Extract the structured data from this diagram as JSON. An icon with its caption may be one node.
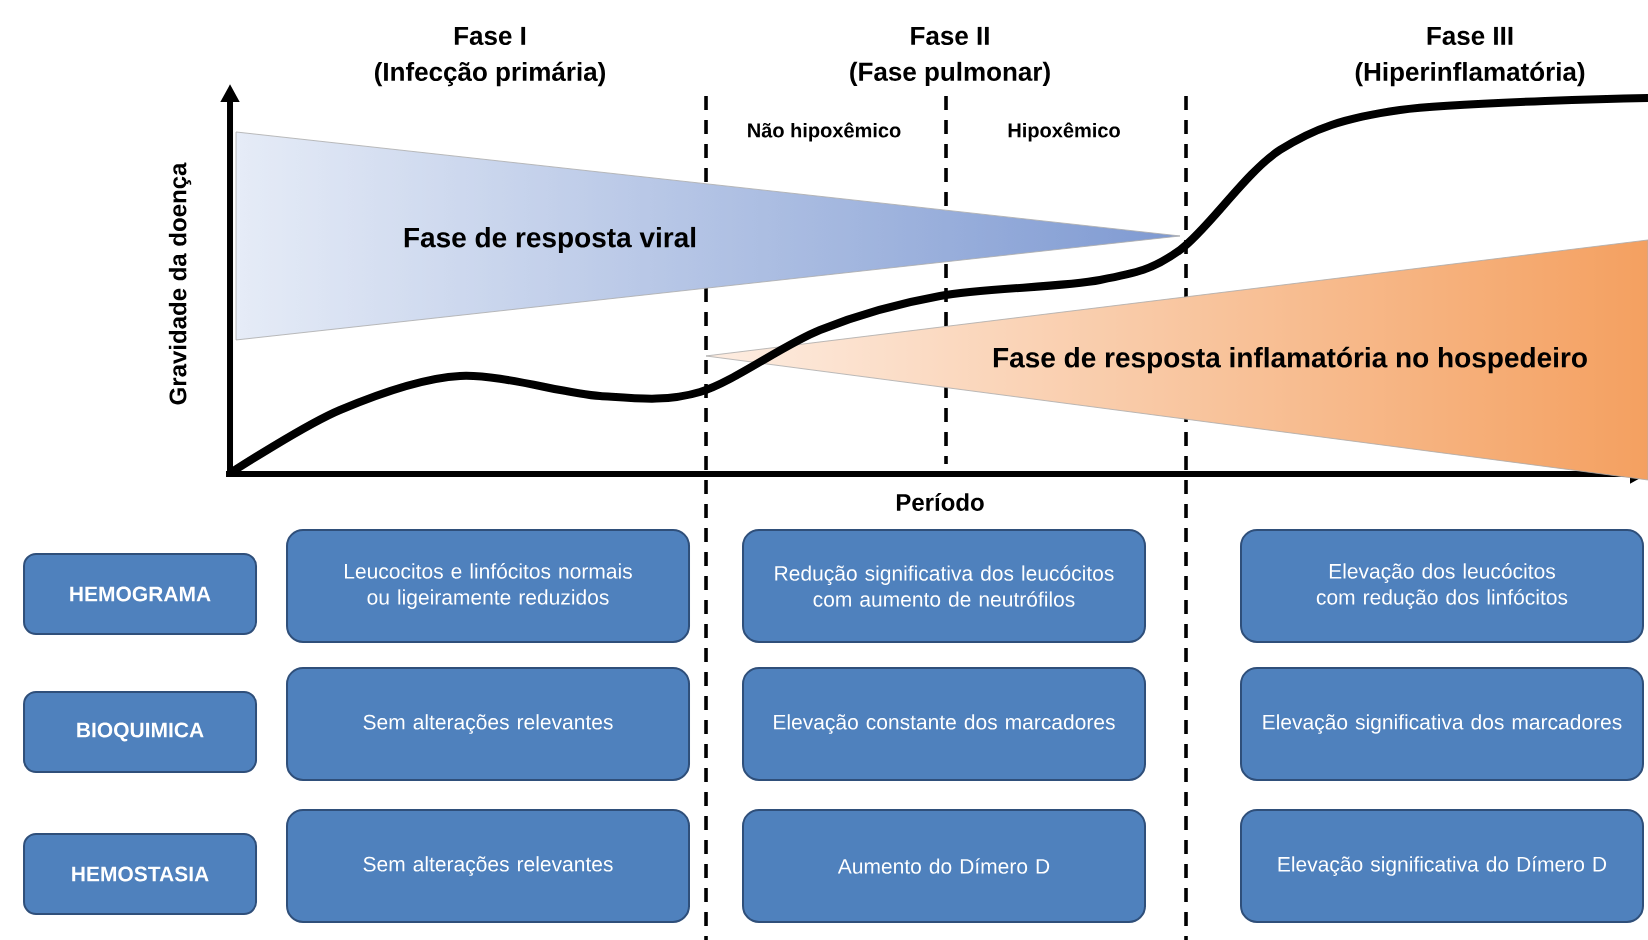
{
  "diagram": {
    "nodes": [
      {
        "text": [
          "Fase de resposta viral"
        ]
      },
      {
        "text": [
          "Fase de resposta inflamatória no hospedeiro"
        ]
      },
      {
        "text": [
          "HEMOGRAMA"
        ]
      },
      {
        "text": [
          "Leucocitos e linfócitos normais ou ligeiramente reduzidos"
        ]
      },
      {
        "text": [
          "Redução significativa dos leucócitos com aumento de neutrófilos"
        ]
      },
      {
        "text": [
          "Elevação dos leucócitos com redução dos linfócitos"
        ]
      },
      {
        "text": [
          "BIOQUIMICA"
        ]
      },
      {
        "text": [
          "Sem alterações relevantes"
        ]
      },
      {
        "text": [
          "Elevação constante dos marcadores"
        ]
      },
      {
        "text": [
          "Elevação significativa dos marcadores"
        ]
      },
      {
        "text": [
          "HEMOSTASIA"
        ]
      },
      {
        "text": [
          "Sem alterações relevantes"
        ]
      },
      {
        "text": [
          "Aumento do Dímero D"
        ]
      },
      {
        "text": [
          "Elevação significativa do Dímero D"
        ]
      }
    ],
    "edges": [],
    "labels": [
      "Fase I",
      "(Infecção primária)",
      "Fase II",
      "(Fase pulmonar)",
      "Fase III",
      "(Hiperinflamatória)",
      "Não hipoxêmico",
      "Hipoxêmico",
      "Gravidade da doença",
      "Período"
    ]
  }
}
